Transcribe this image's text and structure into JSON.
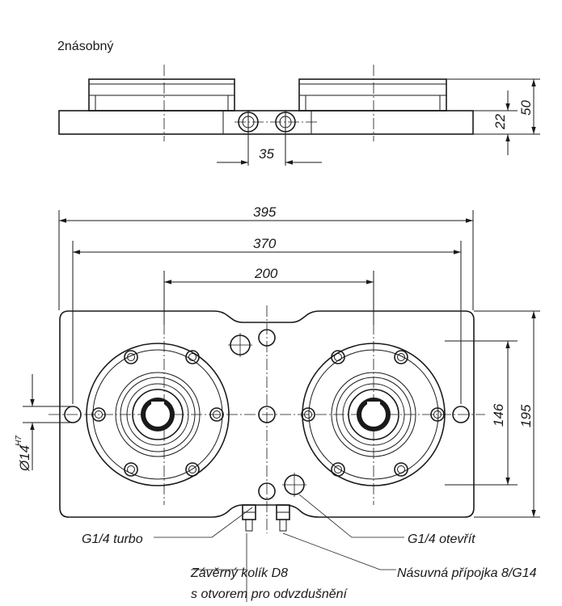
{
  "title": "2násobný",
  "dimensions": {
    "pitch_top": "35",
    "height_total": "50",
    "height_base": "22",
    "width_overall": "395",
    "width_holes": "370",
    "width_centers": "200",
    "depth_holes": "146",
    "depth_overall": "195",
    "hole_dia": "Ø14",
    "hole_tolerance": "H7"
  },
  "callouts": {
    "g14_turbo": "G1/4 turbo",
    "g14_open": "G1/4 otevřít",
    "locking_pin_line1": "Závěrný kolík D8",
    "locking_pin_line2": "s otvorem pro odvzdušnění",
    "push_in_fitting": "Násuvná přípojka 8/G14"
  }
}
